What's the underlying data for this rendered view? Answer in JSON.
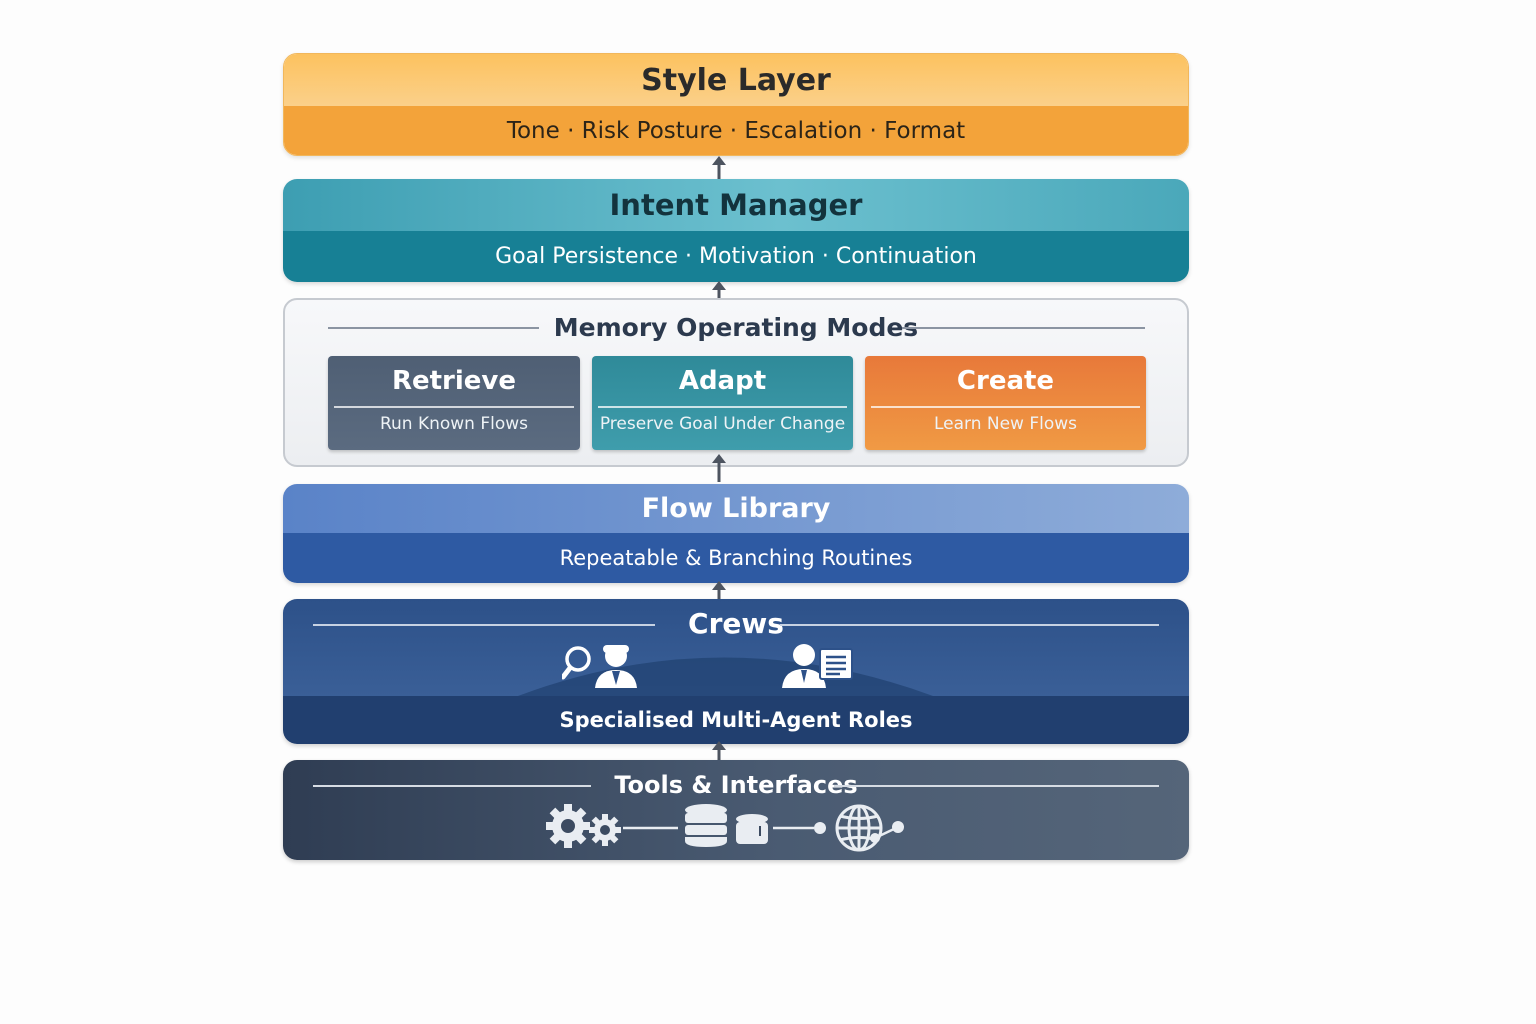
{
  "style_layer": {
    "title": "Style Layer",
    "subtitle": "Tone · Risk Posture · Escalation · Format"
  },
  "intent_manager": {
    "title": "Intent Manager",
    "subtitle": "Goal Persistence · Motivation · Continuation"
  },
  "memory_modes": {
    "title": "Memory Operating Modes",
    "modes": [
      {
        "name": "Retrieve",
        "description": "Run Known Flows"
      },
      {
        "name": "Adapt",
        "description": "Preserve Goal Under Change"
      },
      {
        "name": "Create",
        "description": "Learn New Flows"
      }
    ]
  },
  "flow_library": {
    "title": "Flow Library",
    "subtitle": "Repeatable & Branching Routines"
  },
  "crews": {
    "title": "Crews",
    "subtitle": "Specialised Multi-Agent Roles",
    "icons": [
      "researcher-agent-icon",
      "writer-agent-icon"
    ]
  },
  "tools": {
    "title": "Tools & Interfaces",
    "icons": [
      "gears-icon",
      "database-icon",
      "globe-network-icon"
    ]
  },
  "colors": {
    "style": "#f3a33a",
    "intent": "#178095",
    "retrieve": "#55657a",
    "adapt": "#35929f",
    "create": "#ec8a3f",
    "flow": "#2e5aa3",
    "crews": "#213f6f",
    "tools": "#3a495f"
  }
}
